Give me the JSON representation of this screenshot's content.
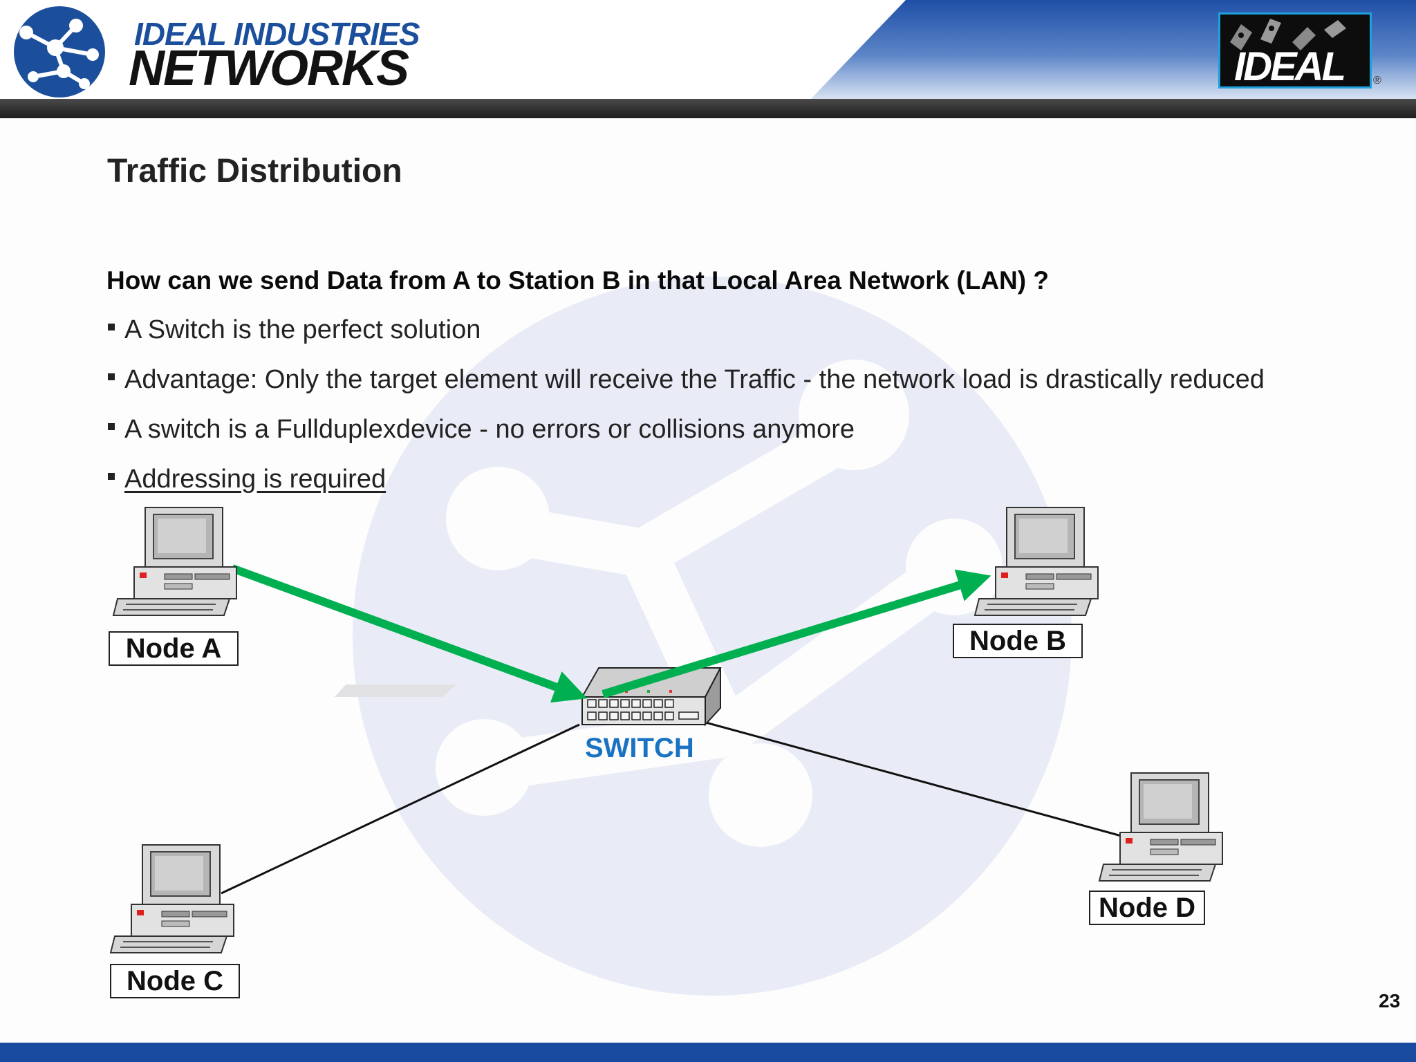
{
  "header": {
    "company_line1": "IDEAL INDUSTRIES",
    "company_line2": "NETWORKS",
    "brand_logo_text": "IDEAL",
    "registered_mark": "®",
    "company_logo_icon": "network-nodes-icon",
    "brand_logo_icon": "ideal-tools-logo-icon"
  },
  "slide": {
    "title": "Traffic Distribution",
    "question": "How can we send Data from A to Station B in that Local Area Network (LAN) ?",
    "bullets": [
      "A Switch is the perfect solution",
      "Advantage: Only the target element will receive the Traffic - the network load is drastically reduced",
      "A switch is a Fullduplexdevice - no errors or collisions anymore",
      "Addressing is required"
    ],
    "page_number": "23"
  },
  "diagram": {
    "switch_label": "SWITCH",
    "nodes": [
      "Node A",
      "Node B",
      "Node C",
      "Node D"
    ],
    "traffic_path": [
      "Node A",
      "SWITCH",
      "Node B"
    ],
    "connections": [
      {
        "from": "Node A",
        "to": "SWITCH",
        "style": "traffic-arrow"
      },
      {
        "from": "SWITCH",
        "to": "Node B",
        "style": "traffic-arrow"
      },
      {
        "from": "SWITCH",
        "to": "Node C",
        "style": "line"
      },
      {
        "from": "SWITCH",
        "to": "Node D",
        "style": "line"
      }
    ],
    "icons": {
      "node": "desktop-computer-icon",
      "switch": "network-switch-icon"
    }
  },
  "colors": {
    "traffic_arrow": "#00b050",
    "switch_label": "#1a73c2",
    "brand_blue": "#1b4f9c",
    "footer_blue": "#184aa0"
  }
}
